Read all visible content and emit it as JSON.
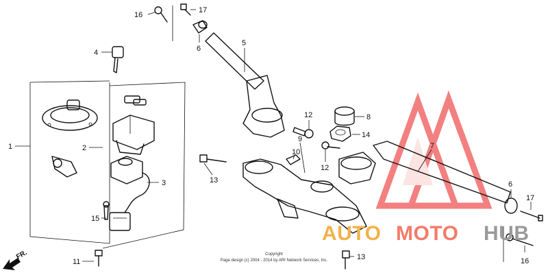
{
  "callouts": {
    "c1": "1",
    "c2": "2",
    "c3": "3",
    "c4": "4",
    "c5": "5",
    "c6a": "6",
    "c6b": "6",
    "c7": "7",
    "c8": "8",
    "c9": "9",
    "c10": "10",
    "c11": "11",
    "c12a": "12",
    "c12b": "12",
    "c13a": "13",
    "c13b": "13",
    "c14": "14",
    "c15": "15",
    "c16a": "16",
    "c16b": "16",
    "c17a": "17",
    "c17b": "17"
  },
  "direction": {
    "label": "FR."
  },
  "footer": {
    "line1": "Copyright",
    "line2": "Page design (c) 2004 - 2014 by ARI Network Services, Inc."
  },
  "watermark": {
    "part1": "AUTO",
    "part2": "MOTO",
    "part3": "HUB",
    "colors": {
      "auto": "#f2b24a",
      "moto": "#f47b6b",
      "hub": "#9a9a9a",
      "triangle": "#f26b6b"
    }
  }
}
